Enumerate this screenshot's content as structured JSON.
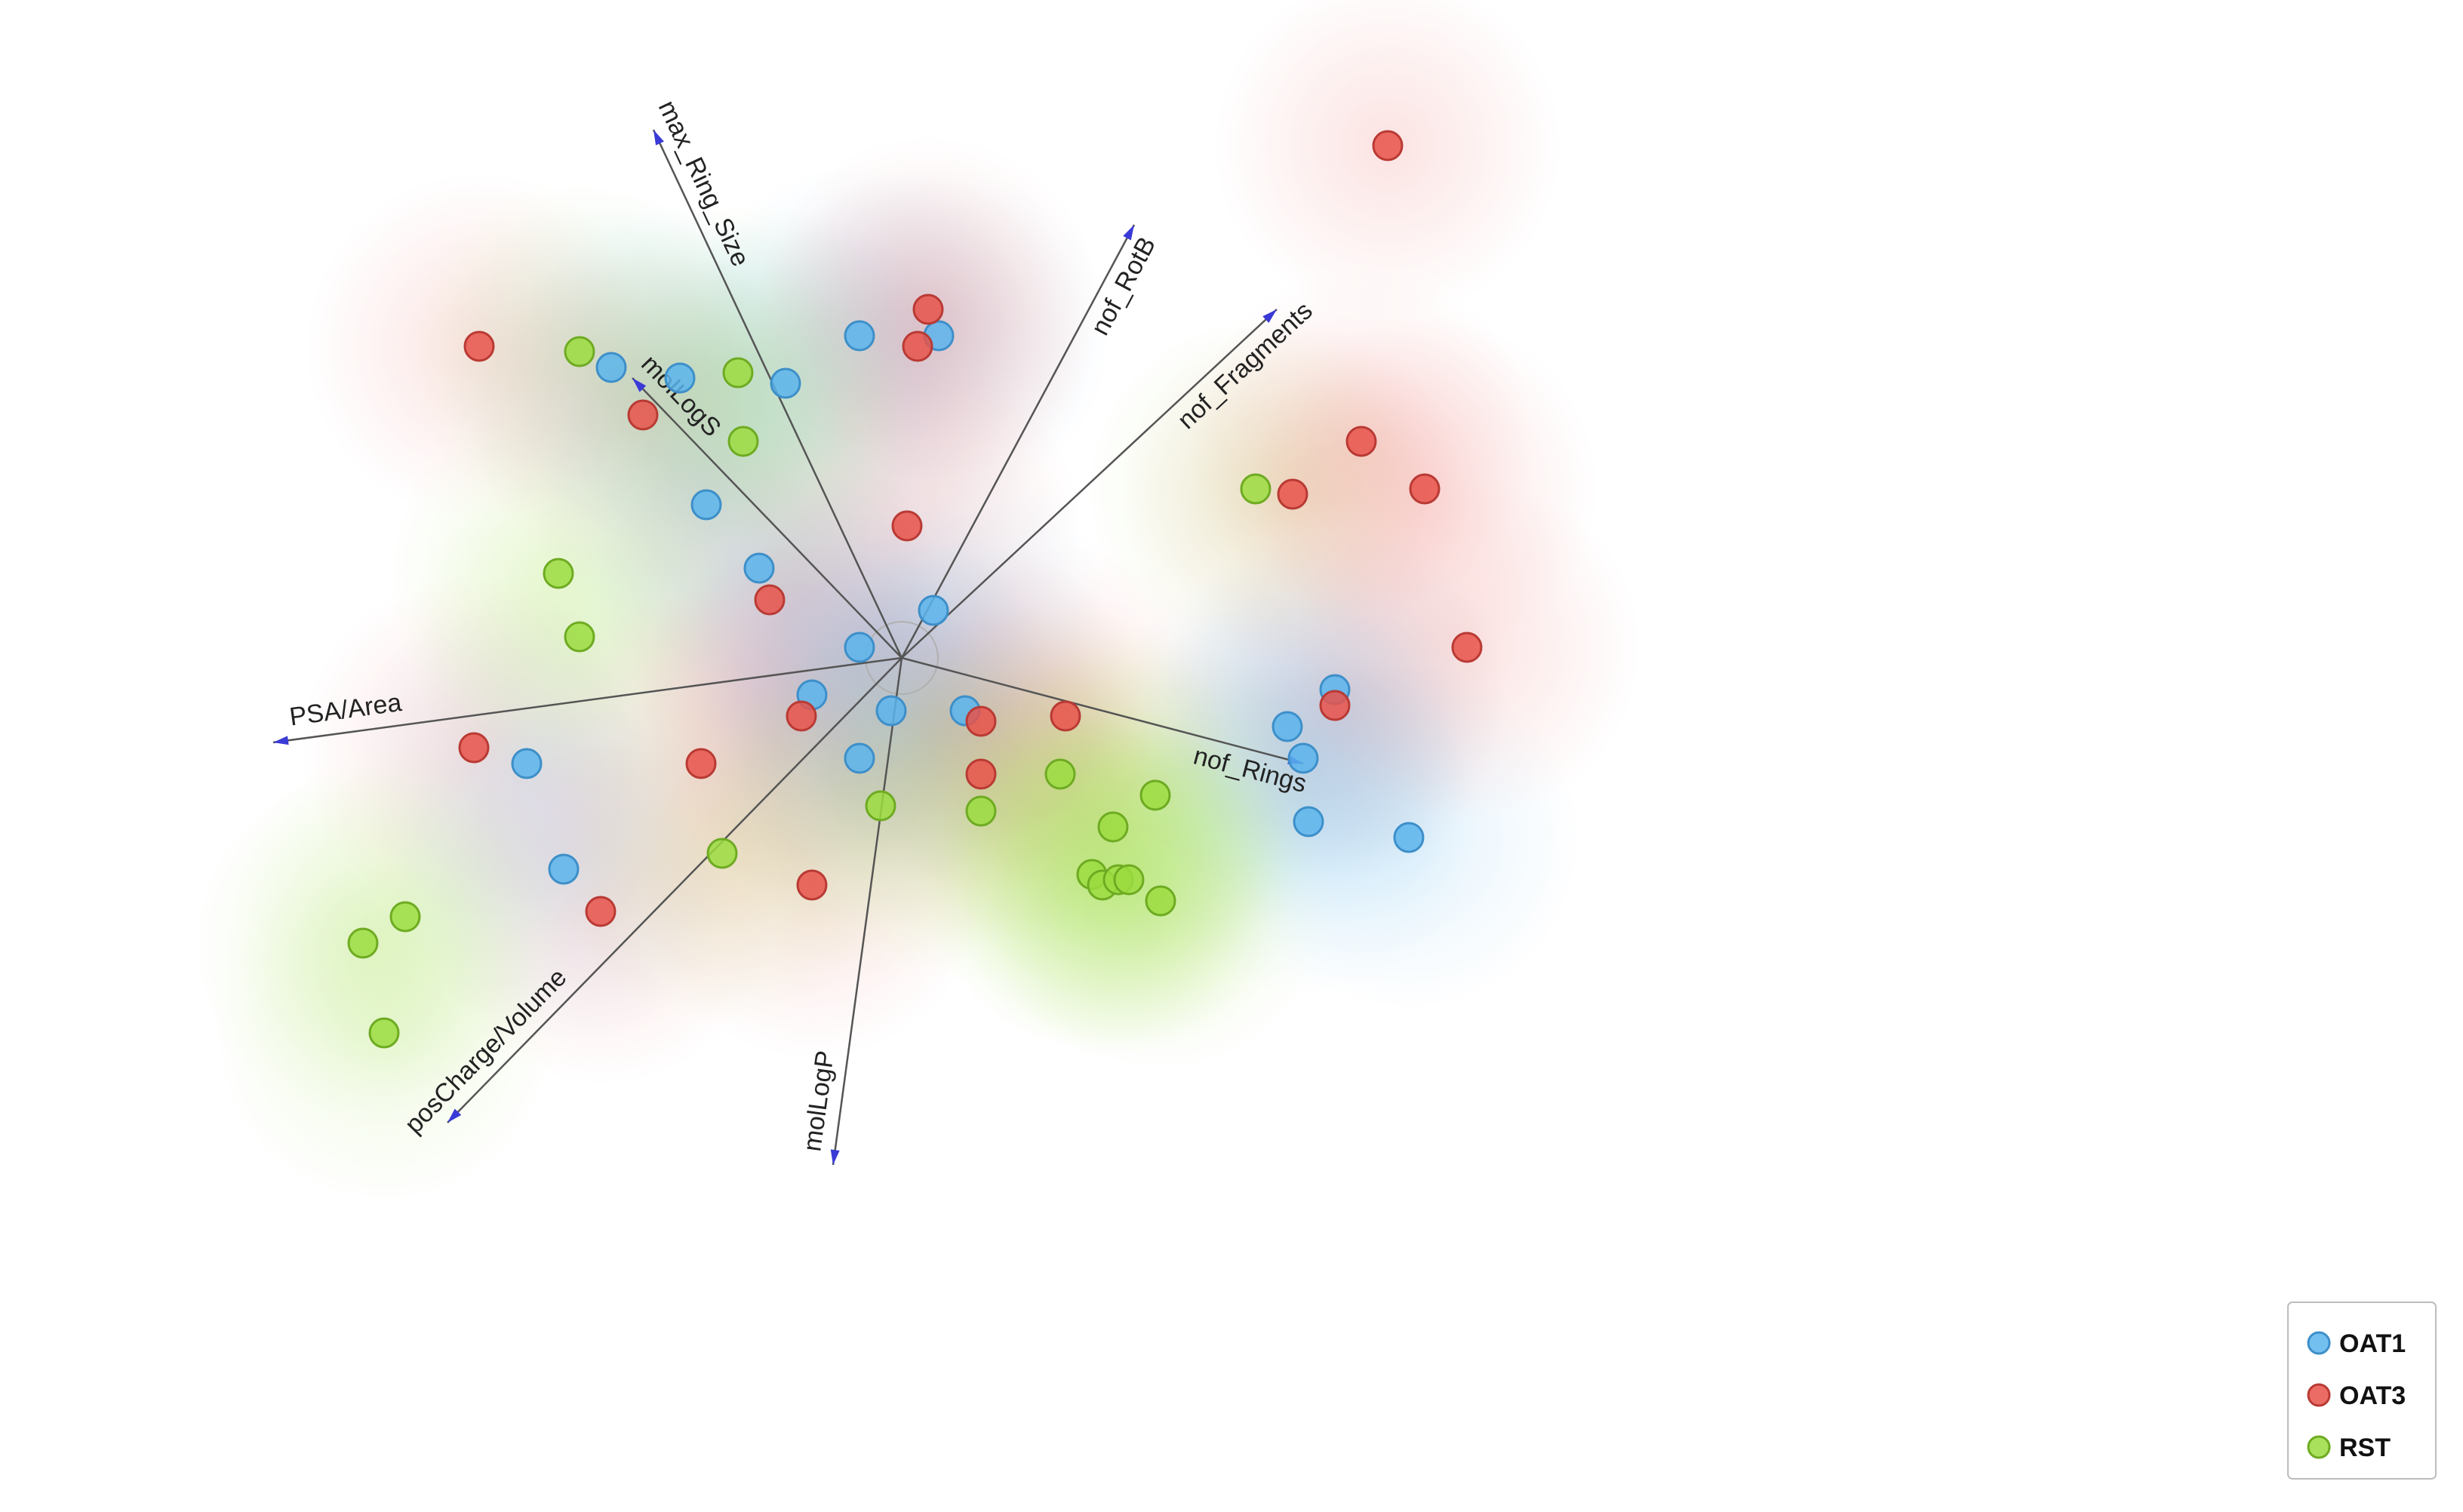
{
  "chart_data": {
    "type": "scatter",
    "subtype": "biplot with density background",
    "grid": false,
    "legend_position": "bottom-right",
    "series": [
      {
        "name": "OAT1",
        "color": "#5ab4ec",
        "stroke": "#3d8fc9",
        "points": [
          [
            -0.08,
            0.61
          ],
          [
            0.07,
            0.61
          ],
          [
            -0.55,
            0.55
          ],
          [
            -0.42,
            0.53
          ],
          [
            -0.22,
            0.52
          ],
          [
            -0.37,
            0.29
          ],
          [
            -0.27,
            0.17
          ],
          [
            0.06,
            0.09
          ],
          [
            -0.08,
            0.02
          ],
          [
            -0.17,
            -0.07
          ],
          [
            -0.02,
            -0.1
          ],
          [
            0.12,
            -0.1
          ],
          [
            -0.71,
            -0.2
          ],
          [
            -0.08,
            -0.19
          ],
          [
            0.73,
            -0.13
          ],
          [
            0.76,
            -0.19
          ],
          [
            0.82,
            -0.06
          ],
          [
            0.77,
            -0.31
          ],
          [
            0.96,
            -0.34
          ],
          [
            -0.64,
            -0.4
          ]
        ]
      },
      {
        "name": "OAT3",
        "color": "#e8524a",
        "stroke": "#b93a34",
        "points": [
          [
            0.05,
            0.66
          ],
          [
            0.03,
            0.59
          ],
          [
            -0.49,
            0.46
          ],
          [
            0.92,
            0.97
          ],
          [
            0.87,
            0.41
          ],
          [
            0.99,
            0.32
          ],
          [
            0.74,
            0.31
          ],
          [
            0.01,
            0.25
          ],
          [
            -0.25,
            0.11
          ],
          [
            -0.19,
            -0.11
          ],
          [
            0.15,
            -0.12
          ],
          [
            0.31,
            -0.11
          ],
          [
            0.82,
            -0.09
          ],
          [
            1.07,
            0.02
          ],
          [
            -0.81,
            -0.17
          ],
          [
            -0.38,
            -0.2
          ],
          [
            0.15,
            -0.22
          ],
          [
            -0.17,
            -0.43
          ],
          [
            -0.57,
            -0.48
          ],
          [
            -0.8,
            0.59
          ]
        ]
      },
      {
        "name": "RST",
        "color": "#9bdc3f",
        "stroke": "#6eab22",
        "points": [
          [
            -0.61,
            0.58
          ],
          [
            -0.31,
            0.54
          ],
          [
            -0.3,
            0.41
          ],
          [
            0.67,
            0.32
          ],
          [
            -0.65,
            0.16
          ],
          [
            -0.61,
            0.04
          ],
          [
            0.3,
            -0.22
          ],
          [
            0.48,
            -0.26
          ],
          [
            -0.04,
            -0.28
          ],
          [
            0.15,
            -0.29
          ],
          [
            0.4,
            -0.32
          ],
          [
            -0.34,
            -0.37
          ],
          [
            0.36,
            -0.41
          ],
          [
            0.38,
            -0.43
          ],
          [
            0.41,
            -0.42
          ],
          [
            0.43,
            -0.42
          ],
          [
            0.49,
            -0.46
          ],
          [
            -0.94,
            -0.49
          ],
          [
            -1.02,
            -0.54
          ],
          [
            -0.98,
            -0.71
          ]
        ]
      }
    ],
    "loadings": [
      {
        "name": "max_Ring_Size",
        "x": -0.47,
        "y": 1.0
      },
      {
        "name": "molLogS",
        "x": -0.51,
        "y": 0.53
      },
      {
        "name": "nof_RotB",
        "x": 0.44,
        "y": 0.82
      },
      {
        "name": "nof_Fragments",
        "x": 0.71,
        "y": 0.66
      },
      {
        "name": "PSA/Area",
        "x": -1.19,
        "y": -0.16
      },
      {
        "name": "nof_Rings",
        "x": 0.76,
        "y": -0.2
      },
      {
        "name": "posCharge/Volume",
        "x": -0.86,
        "y": -0.88
      },
      {
        "name": "molLogP",
        "x": -0.13,
        "y": -0.96
      }
    ]
  },
  "legend": {
    "items": [
      {
        "label": "OAT1",
        "color": "#5ab4ec"
      },
      {
        "label": "OAT3",
        "color": "#e8524a"
      },
      {
        "label": "RST",
        "color": "#9bdc3f"
      }
    ]
  }
}
